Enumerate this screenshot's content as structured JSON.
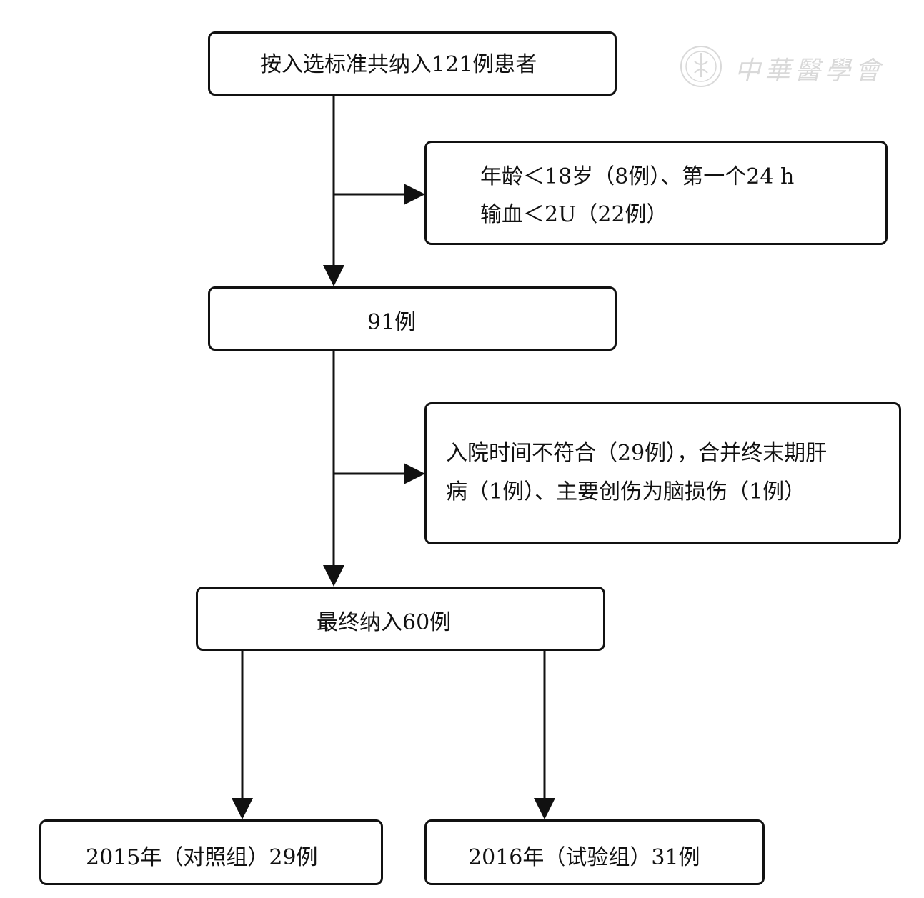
{
  "watermark": {
    "org_name": "中華醫學會"
  },
  "flow": {
    "enrolled": "按入选标准共纳入121例患者",
    "exclusion_1": {
      "line1": "年龄＜18岁（8例）、第一个24 h",
      "line2": "输血＜2U（22例）"
    },
    "after_exclusion_1": "91例",
    "exclusion_2": {
      "line1": "入院时间不符合（29例），合并终末期肝",
      "line2": "病（1例）、主要创伤为脑损伤（1例）"
    },
    "final_included": "最终纳入60例",
    "control_group": "2015年（对照组）29例",
    "trial_group": "2016年（试验组）31例"
  },
  "colors": {
    "line": "#111111",
    "box_border": "#111111",
    "watermark": "#d9d9d9"
  }
}
